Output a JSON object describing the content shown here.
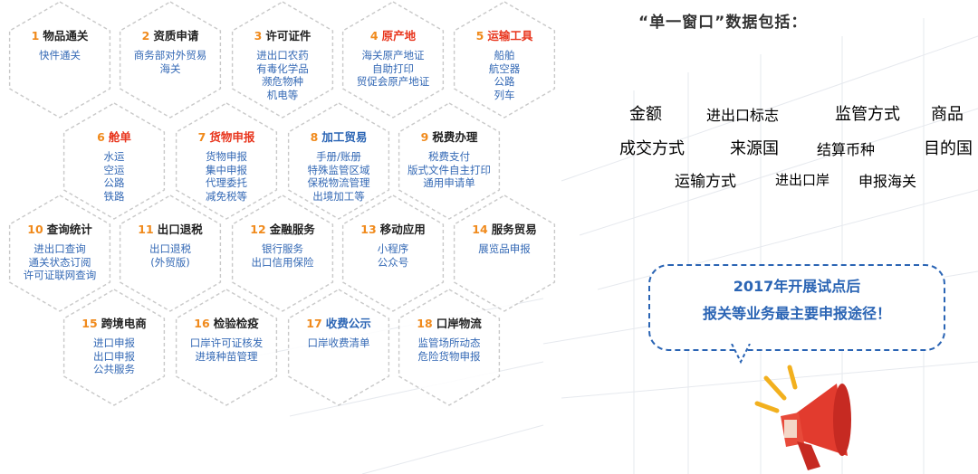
{
  "services": [
    {
      "num": "1",
      "label": "物品通关",
      "label_color": "default",
      "items": [
        "快件通关"
      ]
    },
    {
      "num": "2",
      "label": "资质申请",
      "label_color": "default",
      "items": [
        "商务部对外贸易",
        "海关"
      ]
    },
    {
      "num": "3",
      "label": "许可证件",
      "label_color": "default",
      "items": [
        "进出口农药",
        "有毒化学品",
        "濒危物种",
        "机电等"
      ]
    },
    {
      "num": "4",
      "label": "原产地",
      "label_color": "red",
      "items": [
        "海关原产地证",
        "自助打印",
        "贸促会原产地证"
      ]
    },
    {
      "num": "5",
      "label": "运输工具",
      "label_color": "red",
      "items": [
        "船舶",
        "航空器",
        "公路",
        "列车"
      ]
    },
    {
      "num": "6",
      "label": "舱单",
      "label_color": "red",
      "items": [
        "水运",
        "空运",
        "公路",
        "铁路"
      ]
    },
    {
      "num": "7",
      "label": "货物申报",
      "label_color": "red",
      "items": [
        "货物申报",
        "集中申报",
        "代理委托",
        "减免税等"
      ]
    },
    {
      "num": "8",
      "label": "加工贸易",
      "label_color": "blue",
      "items": [
        "手册/账册",
        "特殊监管区域",
        "保税物流管理",
        "出境加工等"
      ]
    },
    {
      "num": "9",
      "label": "税费办理",
      "label_color": "default",
      "items": [
        "税费支付",
        "版式文件自主打印",
        "通用申请单"
      ]
    },
    {
      "num": "10",
      "label": "查询统计",
      "label_color": "default",
      "items": [
        "进出口查询",
        "通关状态订阅",
        "许可证联网查询"
      ]
    },
    {
      "num": "11",
      "label": "出口退税",
      "label_color": "default",
      "items": [
        "出口退税",
        "(外贸版)"
      ]
    },
    {
      "num": "12",
      "label": "金融服务",
      "label_color": "default",
      "items": [
        "银行服务",
        "出口信用保险"
      ]
    },
    {
      "num": "13",
      "label": "移动应用",
      "label_color": "default",
      "items": [
        "小程序",
        "公众号"
      ]
    },
    {
      "num": "14",
      "label": "服务贸易",
      "label_color": "default",
      "items": [
        "展览品申报"
      ]
    },
    {
      "num": "15",
      "label": "跨境电商",
      "label_color": "default",
      "items": [
        "进口申报",
        "出口申报",
        "公共服务"
      ]
    },
    {
      "num": "16",
      "label": "检验检疫",
      "label_color": "default",
      "items": [
        "口岸许可证核发",
        "进境种苗管理"
      ]
    },
    {
      "num": "17",
      "label": "收费公示",
      "label_color": "blue",
      "items": [
        "口岸收费清单"
      ]
    },
    {
      "num": "18",
      "label": "口岸物流",
      "label_color": "default",
      "items": [
        "监管场所动态",
        "危险货物申报"
      ]
    }
  ],
  "right_title": "“单一窗口”数据包括：",
  "keywords": [
    {
      "text": "金额",
      "style": "strong"
    },
    {
      "text": "进出口标志",
      "style": "light"
    },
    {
      "text": "监管方式",
      "style": "mid"
    },
    {
      "text": "商品",
      "style": "strong"
    },
    {
      "text": "成交方式",
      "style": "mid"
    },
    {
      "text": "来源国",
      "style": "strong"
    },
    {
      "text": "结算币种",
      "style": "light"
    },
    {
      "text": "目的国",
      "style": "strong"
    },
    {
      "text": "运输方式",
      "style": "light"
    },
    {
      "text": "进出口岸",
      "style": "dark"
    },
    {
      "text": "申报海关",
      "style": "light"
    }
  ],
  "callout": {
    "line1": "2017年开展试点后",
    "line2": "报关等业务最主要申报途径！"
  },
  "colors": {
    "accent_blue": "#2a64b4",
    "accent_orange": "#f08a1c",
    "accent_red": "#e8361e"
  },
  "icons": [
    "megaphone-icon"
  ]
}
